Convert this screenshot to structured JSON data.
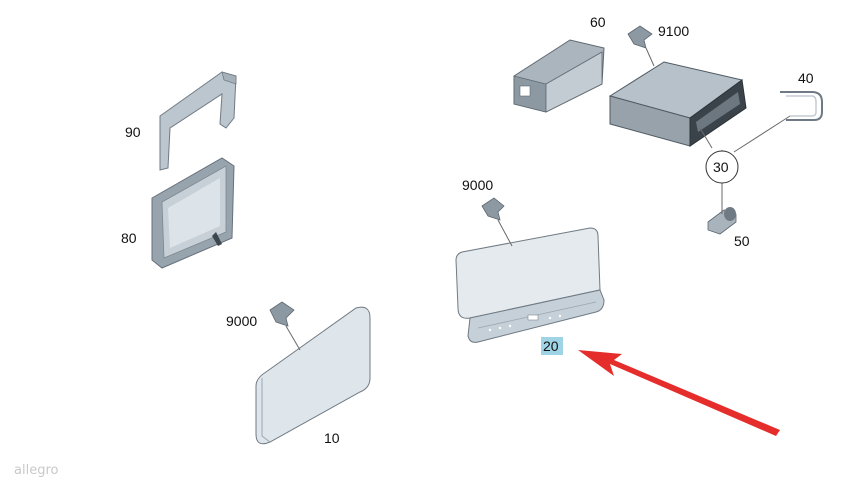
{
  "colors": {
    "part_fill": "#dfe6eb",
    "part_dark": "#8f9aa3",
    "part_stroke": "#6f7a84",
    "highlight_bg": "#9ed4e6",
    "arrow": "#e42320",
    "leader": "#6a6a6a"
  },
  "labels": {
    "p90": "90",
    "p80": "80",
    "p9000_left": "9000",
    "p10": "10",
    "p60": "60",
    "p9100": "9100",
    "p40": "40",
    "p30": "30",
    "p50": "50",
    "p9000_mid": "9000",
    "p20": "20"
  },
  "watermark": "allegro"
}
